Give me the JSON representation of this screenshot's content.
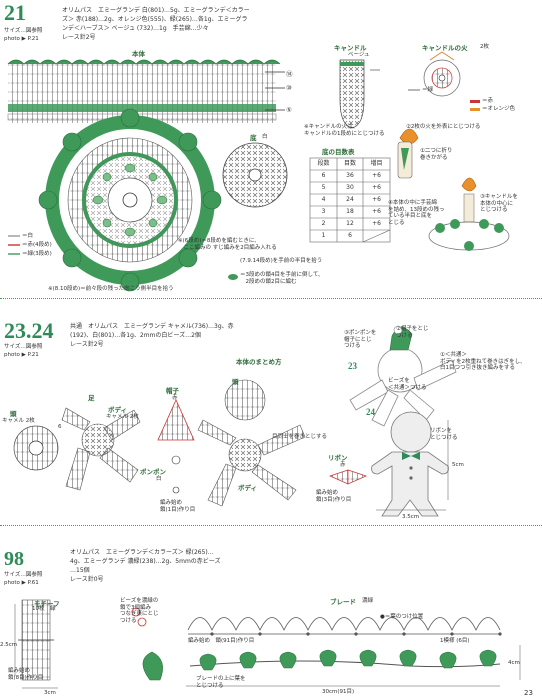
{
  "s21": {
    "number": "21",
    "size_label": "サイズ…図参照",
    "photo_ref": "photo ▶ P.21",
    "materials": [
      "オリムパス　エミーグランデ 白(801)…5g、エミーグランデ＜カラー",
      "ズ＞ 赤(188)…2g、オレンジ色(555)、緑(265)…各1g、エミーグラ",
      "ンデ＜ハーブス＞ ベージュ (732)…1g　手芸綿…少々",
      "レース針2号"
    ],
    "body_title": "本体",
    "bottom_title": "底",
    "bottom_sub": "白",
    "candle_title": "キャンドル",
    "candle_sub": "ベージュ",
    "flame_title": "キャンドルの火",
    "flame_count": "2枚",
    "flame_legend": [
      "＝赤",
      "＝オレンジ色"
    ],
    "candle_legend": [
      "＝緑"
    ],
    "flame_note": "※キャンドルの火は、\nキャンドルの1段めにとじつける",
    "table_title": "底の目数表",
    "table_headers": [
      "段数",
      "目数",
      "増目"
    ],
    "table_rows": [
      [
        "6",
        "36",
        "+6"
      ],
      [
        "5",
        "30",
        "+6"
      ],
      [
        "4",
        "24",
        "+6"
      ],
      [
        "3",
        "18",
        "+6"
      ],
      [
        "2",
        "12",
        "+6"
      ],
      [
        "1",
        "6",
        ""
      ]
    ],
    "body_legend": [
      "＝白",
      "＝赤(4段め)",
      "＝緑(3段め)"
    ],
    "note_6dan": "※(6段め)＝8段めを編むときに、\n　ここ編みの すじ編みを2目編み入れる",
    "note_7914": "(7.9.14段め)を手前の半目を拾う",
    "note_3dan": "＝3段めの鎖4目を手前に倒して、\n　2段めの鎖2目に編む",
    "note_81014": "※(8.10段め)＝前々段の残った向こう側半目を拾う",
    "step1": "①二つに折り\n巻きかがる",
    "step2": "②2枚の火を外表にとじつける",
    "step3": "③キャンドルを\n本体の中心に\nとじつける",
    "step4": "④本体の中に手芸綿\nを詰め、13段めの残っ\nている半目と底を\nとじる",
    "row_marks": [
      "⑭",
      "⑩",
      "⑤"
    ]
  },
  "s2324": {
    "number": "23.24",
    "size_label": "サイズ…図参照",
    "photo_ref": "photo ▶ P.21",
    "materials": [
      "共通　オリムパス　エミーグランデ キャメル(736)…3g、赤",
      "(192)、白(801)…各1g、2mmの白ビーズ…2個",
      "レース針2号"
    ],
    "head_label": "頭",
    "head_sub": "キャメル 2枚",
    "leg_label": "足",
    "body_label": "ボディ",
    "body_sub": "キャメル 2枚",
    "hat_label": "帽子",
    "hat_sub": "赤",
    "pompom_label": "ポンポン",
    "pompom_sub": "白",
    "start_label": "編み始め\n鎖(1目)作り目",
    "assembly_title": "本体のまとめ方",
    "assembly_head": "頭",
    "assembly_body": "ボディ",
    "assembly_note": "目同士を巻きとじする",
    "ribbon_label": "リボン",
    "ribbon_sub": "赤",
    "ribbon_start": "編み始め\n鎖(3目)作り目",
    "note_pompom": "③ポンポンを\n帽子にとじ\nつける",
    "note_hat": "②帽子をとじ\nつける",
    "note_common": "①＜共通＞\nボディを2枚重ねて巻きはぎをし、\n白1目つつ引き抜き編みをする",
    "note_beads": "ビーズを\n＜共通＞つける",
    "note_ribbon": "リボンを\nとじつける",
    "fig23": "23",
    "fig24": "24",
    "dim_5cm": "5cm",
    "dim_35cm": "3.5cm",
    "dim_6": "6"
  },
  "s98": {
    "number": "98",
    "size_label": "サイズ…図参照",
    "photo_ref": "photo ▶ P.61",
    "materials": [
      "オリムパス　エミーグランデ＜カラーズ＞ 緑(265)…",
      "4g、エミーグランデ 濃緑(238)…2g、5mmの赤ビーズ",
      "…15個",
      "レース針0号"
    ],
    "motif_title": "モチーフ",
    "motif_sub": "10枚　緑",
    "bead_note": "ビーズを濃緑の\n鎖で3個編み\nつなぎ東にとじ\nつける",
    "braid_title": "ブレード",
    "braid_sub": "濃緑",
    "braid_legend": "●＝葉のつけ位置",
    "braid_start": "編み始め　鎖(91目)作り目",
    "motif_start": "編み始め\n鎖(8目)作り目",
    "pattern_note": "1模様 (6目)",
    "attach_note": "ブレードの上に葉を\nとじつける",
    "dim_25cm": "2.5cm",
    "dim_3cm": "3cm",
    "dim_4cm": "4cm",
    "dim_30cm": "30cm(91目)"
  },
  "page_number": "23",
  "colors": {
    "accent": "#2e8b57",
    "green_fill": "#3f9a5a",
    "separator": "#4a9a60"
  }
}
